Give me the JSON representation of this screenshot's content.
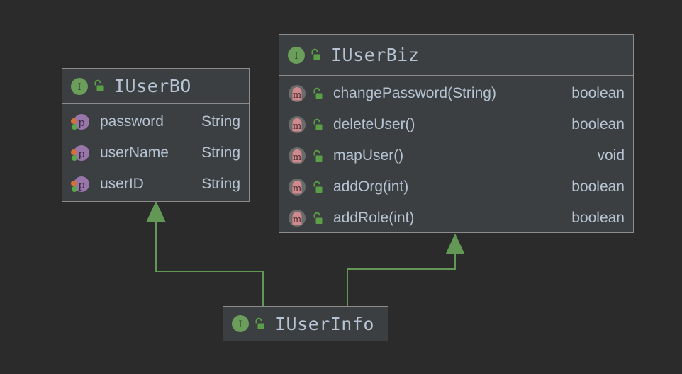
{
  "diagram": {
    "type": "uml-class-diagram",
    "background_color": "#2b2b2b",
    "box_fill": "#3c3f41",
    "box_border": "#8c8c8c",
    "text_color": "#b5c3d2",
    "edge_color": "#629755",
    "interface_icon_color": "#6a9e5a",
    "property_icon_color": "#9876aa",
    "method_icon_color": "#d08a8e",
    "lock_icon_color": "#5a9e47"
  },
  "classes": {
    "user_bo": {
      "name": "IUserBO",
      "stereotype_icon": "interface-icon",
      "visibility_icon": "unlocked-padlock-icon",
      "members": [
        {
          "icon": "property-icon",
          "visibility_icon": "unlocked-padlock-icon",
          "name": "password",
          "type": "String"
        },
        {
          "icon": "property-icon",
          "visibility_icon": "unlocked-padlock-icon",
          "name": "userName",
          "type": "String"
        },
        {
          "icon": "property-icon",
          "visibility_icon": "unlocked-padlock-icon",
          "name": "userID",
          "type": "String"
        }
      ]
    },
    "user_biz": {
      "name": "IUserBiz",
      "stereotype_icon": "interface-icon",
      "visibility_icon": "unlocked-padlock-icon",
      "members": [
        {
          "icon": "method-icon",
          "visibility_icon": "unlocked-padlock-icon",
          "name": "changePassword(String)",
          "type": "boolean"
        },
        {
          "icon": "method-icon",
          "visibility_icon": "unlocked-padlock-icon",
          "name": "deleteUser()",
          "type": "boolean"
        },
        {
          "icon": "method-icon",
          "visibility_icon": "unlocked-padlock-icon",
          "name": "mapUser()",
          "type": "void"
        },
        {
          "icon": "method-icon",
          "visibility_icon": "unlocked-padlock-icon",
          "name": "addOrg(int)",
          "type": "boolean"
        },
        {
          "icon": "method-icon",
          "visibility_icon": "unlocked-padlock-icon",
          "name": "addRole(int)",
          "type": "boolean"
        }
      ]
    },
    "user_info": {
      "name": "IUserInfo",
      "stereotype_icon": "interface-icon",
      "visibility_icon": "unlocked-padlock-icon",
      "members": []
    }
  },
  "relations": [
    {
      "from": "IUserInfo",
      "to": "IUserBO",
      "kind": "generalization",
      "arrow": "hollow-triangle-up"
    },
    {
      "from": "IUserInfo",
      "to": "IUserBiz",
      "kind": "generalization",
      "arrow": "hollow-triangle-up"
    }
  ]
}
